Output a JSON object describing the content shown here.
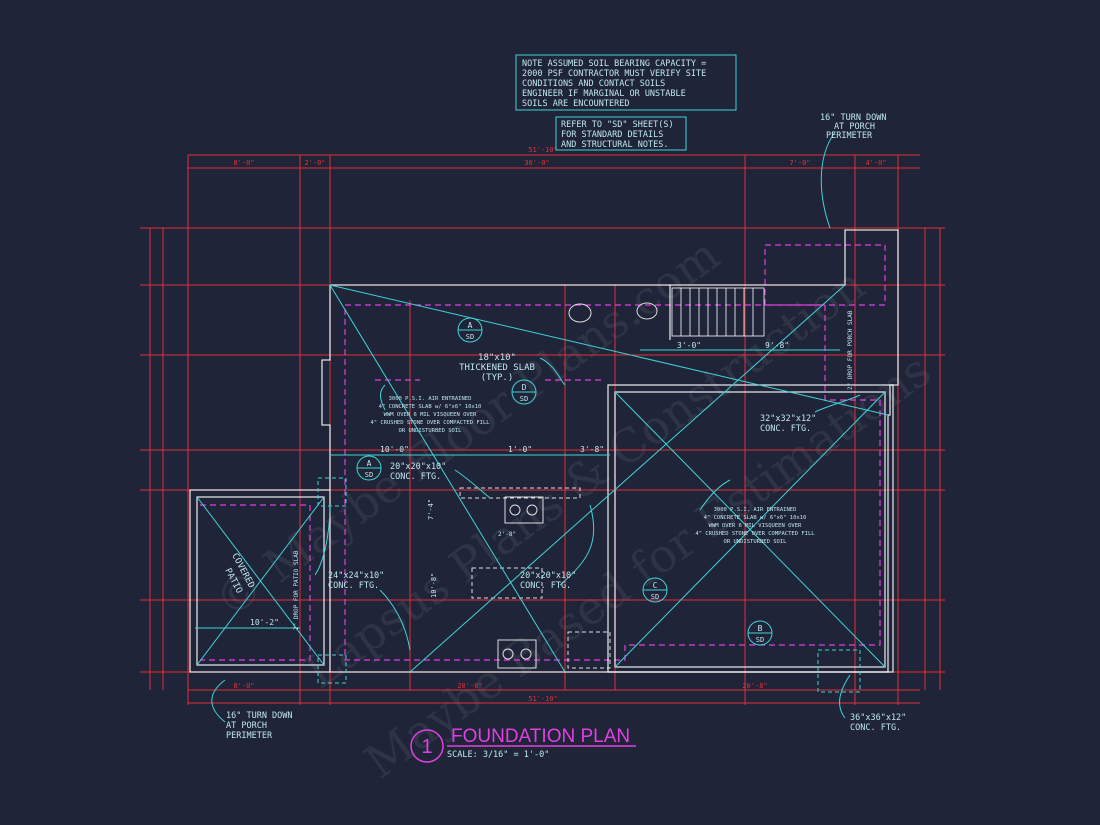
{
  "notes": {
    "soil_note": [
      "NOTE ASSUMED SOIL BEARING CAPACITY =",
      "2000 PSF CONTRACTOR MUST VERIFY SITE",
      "CONDITIONS AND CONTACT SOILS",
      "ENGINEER IF MARGINAL OR UNSTABLE",
      "SOILS ARE ENCOUNTERED"
    ],
    "refer_note": [
      "REFER TO \"SD\" SHEET(S)",
      "FOR STANDARD DETAILS",
      "AND STRUCTURAL NOTES."
    ]
  },
  "callouts": {
    "turn_down_top": [
      "16\" TURN DOWN",
      "AT PORCH",
      "PERIMETER"
    ],
    "turn_down_bottom": [
      "16\" TURN DOWN",
      "AT PORCH",
      "PERIMETER"
    ],
    "thickened_slab": [
      "18\"x10\"",
      "THICKENED SLAB",
      "(TYP.)"
    ],
    "ftg_32": [
      "32\"x32\"x12\"",
      "CONC. FTG."
    ],
    "ftg_20_top": [
      "20\"x20\"x10\"",
      "CONC. FTG."
    ],
    "ftg_20_mid": [
      "20\"x20\"x10\"",
      "CONC. FTG."
    ],
    "ftg_24": [
      "24\"x24\"x10\"",
      "CONC. FTG."
    ],
    "ftg_36": [
      "36\"x36\"x12\"",
      "CONC. FTG."
    ],
    "slab_left": [
      "3000 P.S.I. AIR ENTRAINED",
      "4\" CONCRETE SLAB w/ 6\"x6\" 10x10",
      "WWM OVER 6 MIL VISQUEEN OVER",
      "4\" CRUSHED STONE OVER COMPACTED FILL",
      "OR UNDISTURBED SOIL"
    ],
    "slab_right": [
      "3000 P.S.I. AIR ENTRAINED",
      "4\" CONCRETE SLAB w/ 6\"x6\" 10x10",
      "WWM OVER 6 MIL VISQUEEN OVER",
      "4\" CRUSHED STONE OVER COMPACTED FILL",
      "OR UNDISTURBED SOIL"
    ],
    "patio": [
      "COVERED",
      "PATIO"
    ],
    "drop_patio": "2\" DROP FOR PATIO SLAB",
    "drop_porch": "2\" DROP FOR PORCH SLAB"
  },
  "sections": {
    "a1": {
      "top": "A",
      "bottom": "SD"
    },
    "d": {
      "top": "D",
      "bottom": "SD"
    },
    "a2": {
      "top": "A",
      "bottom": "SD"
    },
    "c": {
      "top": "C",
      "bottom": "SD"
    },
    "b": {
      "top": "B",
      "bottom": "SD"
    }
  },
  "dims": {
    "d_10_0": "10'-0\"",
    "d_1_0": "1'-0\"",
    "d_3_8": "3'-8\"",
    "d_3_0": "3'-0\"",
    "d_9_8": "9'-8\"",
    "d_10_2": "10'-2\"",
    "d_7_4": "7'-4\"",
    "d_10_8": "10'-8\"",
    "d_2_8": "2'-8\"",
    "top_overall": "51'-10\"",
    "bottom_overall": "51'-10\"",
    "top_row": [
      "8'-0\"",
      "2'-0\"",
      "36'-0\"",
      "7'-0\"",
      "4'-0\""
    ],
    "bottom_row": [
      "8'-0\"",
      "20'-8\"",
      "20'-8\""
    ]
  },
  "title": {
    "number": "1",
    "name": "FOUNDATION PLAN",
    "scale": "SCALE: 3/16\" = 1'-0\""
  },
  "watermark": [
    "© Maybe Floor Plans.com",
    "Lapsus Plans & Construction",
    "Maybe Based for Estimations"
  ],
  "colors": {
    "background": "#1f2438",
    "dimension": "#e0303a",
    "wall": "#ffffff",
    "footing": "#e040e0",
    "annotation": "#3fd3d6"
  }
}
